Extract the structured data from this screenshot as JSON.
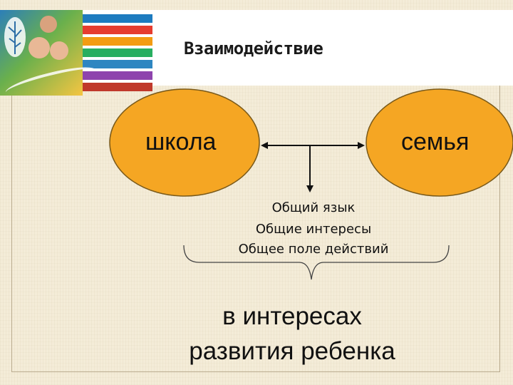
{
  "slide": {
    "title": "Взаимодействие"
  },
  "nodes": {
    "left": "школа",
    "right": "семья"
  },
  "common": {
    "items": [
      "Общий язык",
      "Общие интересы",
      "Общее поле действий"
    ]
  },
  "result": {
    "line1": "в интересах",
    "line2": "развития ребенка"
  },
  "colors": {
    "node_fill": "#f5a623",
    "node_stroke": "#7a5a1a",
    "logo_stripes": [
      "#1d7bbf",
      "#e63c2f",
      "#f39c12",
      "#27ae60",
      "#2e86c1",
      "#8e44ad",
      "#c0392b"
    ]
  }
}
